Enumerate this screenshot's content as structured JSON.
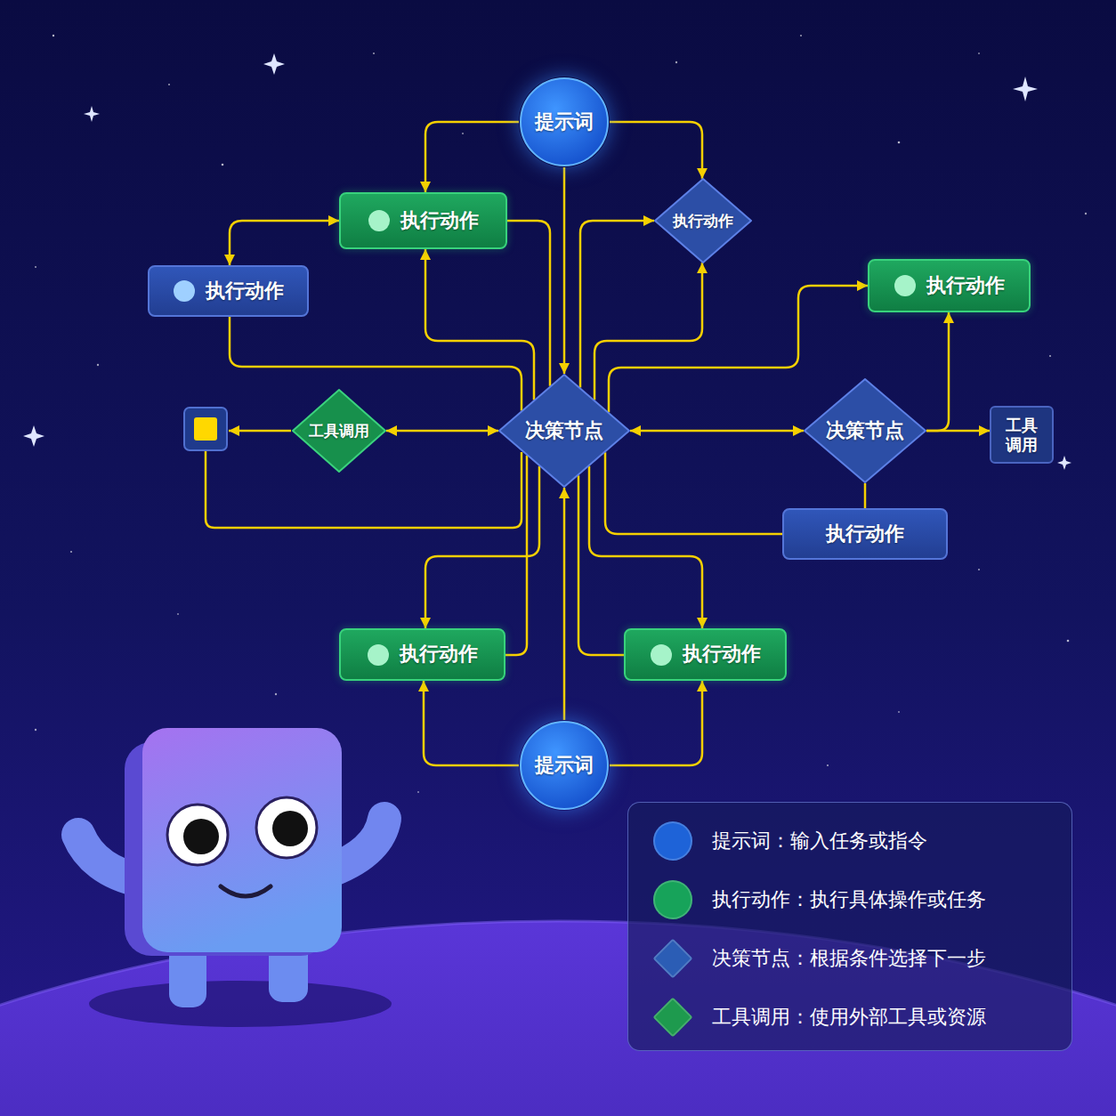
{
  "diagram": {
    "nodes": [
      {
        "text": [
          "提示词"
        ]
      },
      {
        "text": [
          "执行动作"
        ]
      },
      {
        "text": [
          "执行动作"
        ]
      },
      {
        "text": [
          "执行动作"
        ]
      },
      {
        "text": [
          "执行动作"
        ]
      },
      {
        "text": [
          "工具调用"
        ]
      },
      {
        "text": [
          "决策节点"
        ]
      },
      {
        "text": [
          "决策节点"
        ]
      },
      {
        "text": [
          "工具 调用"
        ]
      },
      {
        "text": [
          "执行动作"
        ]
      },
      {
        "text": [
          "执行动作"
        ]
      },
      {
        "text": [
          "执行动作"
        ]
      },
      {
        "text": [
          "提示词"
        ]
      }
    ],
    "edges": [
      {
        "from": 0,
        "to": 1,
        "arrow": "to"
      },
      {
        "from": 0,
        "to": 2,
        "arrow": "to"
      },
      {
        "from": 0,
        "to": 6,
        "arrow": "to"
      },
      {
        "from": 1,
        "to": 3,
        "arrow": "both"
      },
      {
        "from": 3,
        "to": 6,
        "arrow": "none"
      },
      {
        "from": 6,
        "to": 1,
        "arrow": "to"
      },
      {
        "from": 1,
        "to": 6,
        "arrow": "none"
      },
      {
        "from": 6,
        "to": 2,
        "arrow": "to"
      },
      {
        "from": 6,
        "to": 2,
        "arrow": "to"
      },
      {
        "from": 6,
        "to": 4,
        "arrow": "to"
      },
      {
        "from": 6,
        "to": 5,
        "arrow": "both"
      },
      {
        "from": 6,
        "to": 7,
        "arrow": "both"
      },
      {
        "from": 7,
        "to": 4,
        "arrow": "to"
      },
      {
        "from": 7,
        "to": 8,
        "arrow": "to"
      },
      {
        "from": 7,
        "to": 9,
        "arrow": "none"
      },
      {
        "from": 9,
        "to": 6,
        "arrow": "none"
      },
      {
        "from": 6,
        "to": 10,
        "arrow": "to"
      },
      {
        "from": 10,
        "to": 6,
        "arrow": "none"
      },
      {
        "from": 6,
        "to": 11,
        "arrow": "to"
      },
      {
        "from": 11,
        "to": 6,
        "arrow": "none"
      },
      {
        "from": 12,
        "to": 6,
        "arrow": "to"
      },
      {
        "from": 12,
        "to": 10,
        "arrow": "to"
      },
      {
        "from": 12,
        "to": 11,
        "arrow": "to"
      }
    ],
    "legend": [
      {
        "text": "提示词：输入任务或指令",
        "color": "#1e63d8"
      },
      {
        "text": "执行动作：执行具体操作或任务",
        "color": "#17a35a"
      },
      {
        "text": "决策节点：根据条件选择下一步",
        "color": "#2b5db5"
      },
      {
        "text": "工具调用：使用外部工具或资源",
        "color": "#1e9a4e"
      }
    ]
  }
}
